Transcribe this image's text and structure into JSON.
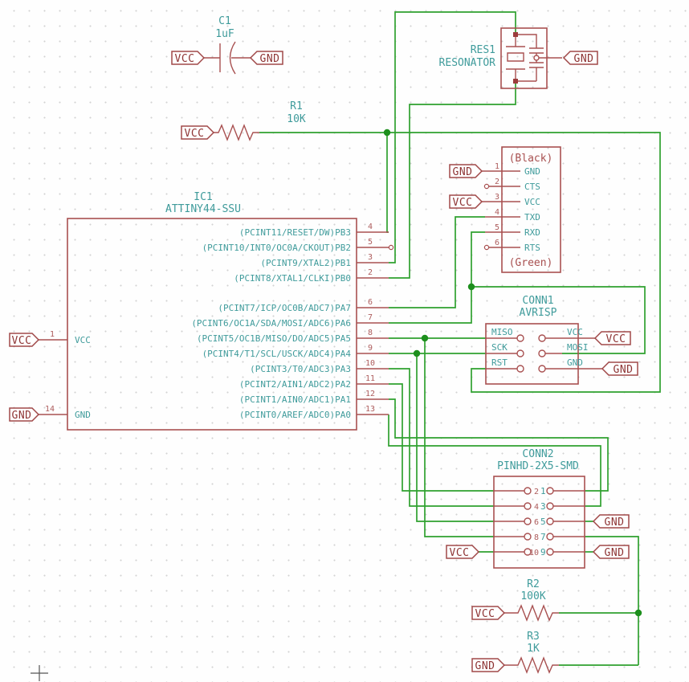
{
  "c1": {
    "ref": "C1",
    "value": "1uF",
    "vcc": "VCC",
    "gnd": "GND"
  },
  "r1": {
    "ref": "R1",
    "value": "10K",
    "vcc": "VCC"
  },
  "r2": {
    "ref": "R2",
    "value": "100K",
    "vcc": "VCC"
  },
  "r3": {
    "ref": "R3",
    "value": "1K",
    "gnd": "GND"
  },
  "res1": {
    "ref": "RES1",
    "value": "RESONATOR",
    "gnd": "GND"
  },
  "serial": {
    "top_note": "(Black)",
    "bottom_note": "(Green)",
    "gnd": "GND",
    "vcc": "VCC",
    "pins": [
      {
        "n": "1",
        "name": "GND"
      },
      {
        "n": "2",
        "name": "CTS"
      },
      {
        "n": "3",
        "name": "VCC"
      },
      {
        "n": "4",
        "name": "TXD"
      },
      {
        "n": "5",
        "name": "RXD"
      },
      {
        "n": "6",
        "name": "RTS"
      }
    ]
  },
  "ic1": {
    "ref": "IC1",
    "value": "ATTINY44-SSU",
    "vcc_pin": {
      "n": "1",
      "name": "VCC",
      "label": "VCC"
    },
    "gnd_pin": {
      "n": "14",
      "name": "GND",
      "label": "GND"
    },
    "right_pins": [
      {
        "n": "4",
        "name": "(PCINT11/RESET/DW)PB3"
      },
      {
        "n": "5",
        "name": "(PCINT10/INT0/OC0A/CKOUT)PB2"
      },
      {
        "n": "3",
        "name": "(PCINT9/XTAL2)PB1"
      },
      {
        "n": "2",
        "name": "(PCINT8/XTAL1/CLKI)PB0"
      },
      {
        "n": "6",
        "name": "(PCINT7/ICP/OC0B/ADC7)PA7"
      },
      {
        "n": "7",
        "name": "(PCINT6/OC1A/SDA/MOSI/ADC6)PA6"
      },
      {
        "n": "8",
        "name": "(PCINT5/OC1B/MISO/DO/ADC5)PA5"
      },
      {
        "n": "9",
        "name": "(PCINT4/T1/SCL/USCK/ADC4)PA4"
      },
      {
        "n": "10",
        "name": "(PCINT3/T0/ADC3)PA3"
      },
      {
        "n": "11",
        "name": "(PCINT2/AIN1/ADC2)PA2"
      },
      {
        "n": "12",
        "name": "(PCINT1/AIN0/ADC1)PA1"
      },
      {
        "n": "13",
        "name": "(PCINT0/AREF/ADC0)PA0"
      }
    ]
  },
  "conn1": {
    "ref": "CONN1",
    "value": "AVRISP",
    "left_pins": [
      "MISO",
      "SCK",
      "RST"
    ],
    "right_pins": [
      "VCC",
      "MOSI",
      "GND"
    ],
    "vcc": "VCC",
    "gnd": "GND"
  },
  "conn2": {
    "ref": "CONN2",
    "value": "PINHD-2X5-SMD",
    "rows": [
      {
        "l": "2",
        "r": "1"
      },
      {
        "l": "4",
        "r": "3"
      },
      {
        "l": "6",
        "r": "5"
      },
      {
        "l": "8",
        "r": "7"
      },
      {
        "l": "10",
        "r": "9"
      }
    ],
    "vcc": "VCC",
    "gnd_row3": "GND",
    "gnd_row5": "GND"
  },
  "colors": {
    "wire": "#2fa12f",
    "symbol": "#a85050",
    "text": "#3f9b9b",
    "label": "#8e3434",
    "junction": "#1d8f1d"
  }
}
